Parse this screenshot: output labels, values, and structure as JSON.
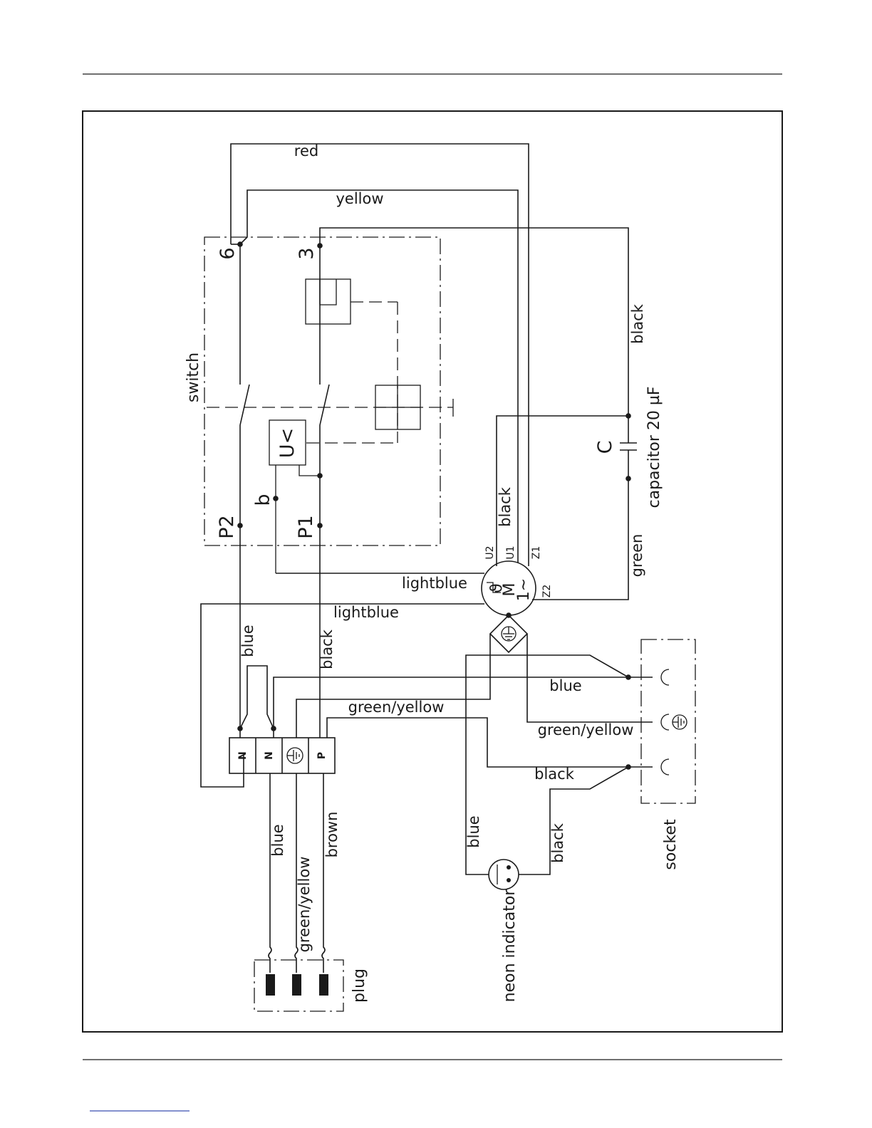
{
  "colors": {
    "ink": "#1a1a1a",
    "paper": "#ffffff"
  },
  "labels": {
    "switch": "switch",
    "terminal_6": "6",
    "terminal_3": "3",
    "terminal_p2": "P2",
    "terminal_p1": "P1",
    "terminal_b": "b",
    "undervoltage": "U<",
    "capacitor_symbol": "C",
    "capacitor": "capacitor 20 µF",
    "motor_m": "M",
    "motor_phase": "1~",
    "motor_u2": "U2",
    "motor_u1": "U1",
    "motor_z1": "Z1",
    "motor_z2": "Z2",
    "plug": "plug",
    "socket": "socket",
    "neon_indicator": "neon indicator",
    "terminal_block": [
      "N",
      "N",
      "P"
    ]
  },
  "wires": {
    "red": "red",
    "yellow": "yellow",
    "black_top": "black",
    "black_motor": "black",
    "green_motor": "green",
    "lightblue_1": "lightblue",
    "lightblue_2": "lightblue",
    "blue_switch": "blue",
    "black_switch": "black",
    "green_yellow_block": "green/yellow",
    "blue_socket": "blue",
    "green_yellow_socket": "green/yellow",
    "black_socket": "black",
    "blue_plug": "blue",
    "green_yellow_plug": "green/yellow",
    "brown_plug": "brown",
    "blue_neon": "blue",
    "black_neon": "black"
  }
}
